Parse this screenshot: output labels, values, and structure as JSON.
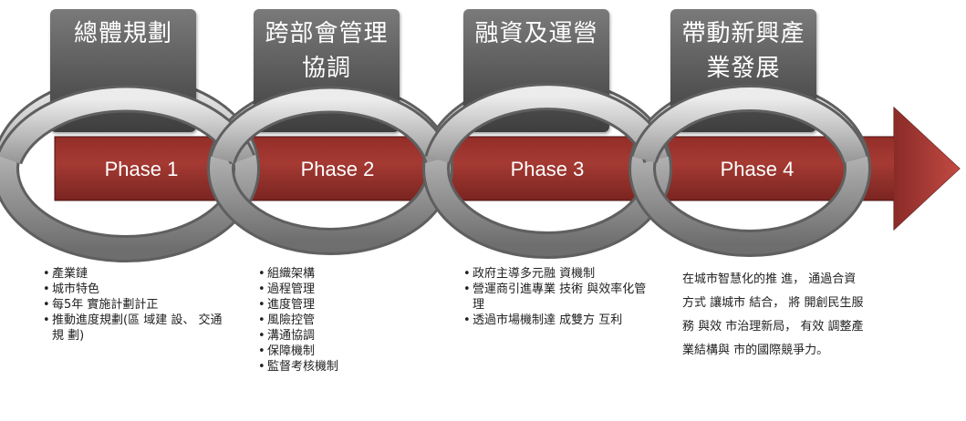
{
  "headers": [
    "總體規劃",
    "跨部會管理協調",
    "融資及運營",
    "帶動新興產業發展"
  ],
  "phases": [
    "Phase 1",
    "Phase 2",
    "Phase 3",
    "Phase 4"
  ],
  "details": {
    "phase1": [
      "產業鏈",
      "城市特色",
      "每5年 實施計劃計正",
      "推動進度規劃(區 域建 設、 交通 規 劃)"
    ],
    "phase2": [
      "組織架構",
      "過程管理",
      "進度管理",
      "風險控管",
      "溝通協調",
      "保障機制",
      "監督考核機制"
    ],
    "phase3": [
      "政府主導多元融 資機制",
      "營運商引進專業 技術 與效率化管理",
      "透過市場機制達 成雙方 互利"
    ],
    "phase4": "在城市智慧化的推 進， 通過合資方式 讓城市 結合， 將 開創民生服務 與效 市治理新局， 有效 調整產業結構與 市的國際競爭力。"
  }
}
